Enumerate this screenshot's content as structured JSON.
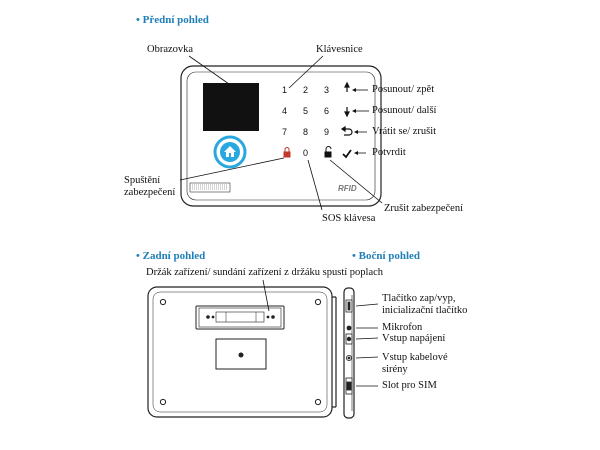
{
  "front": {
    "title": "Přední pohled",
    "labels": {
      "screen": "Obrazovka",
      "keypad": "Klávesnice",
      "up": "Posunout/ zpět",
      "down": "Posunout/ další",
      "back": "Vrátit se/ zrušit",
      "confirm": "Potvrdit",
      "arm": "Spuštění zabezpečení",
      "sos": "SOS klávesa",
      "disarm": "Zrušit zabezpečení"
    },
    "keys": [
      "1",
      "2",
      "3",
      "4",
      "5",
      "6",
      "7",
      "8",
      "9",
      "0"
    ],
    "rfid": "RFID"
  },
  "back": {
    "title": "Zadní pohled",
    "bracket_label": "Držák zařízení/ sundání zařízení z držáku spustí poplach"
  },
  "side": {
    "title": "Boční pohled",
    "labels": {
      "power_btn": "Tlačítko zap/vyp, inicializační tlačítko",
      "mic": "Mikrofon",
      "power_in": "Vstup napájení",
      "siren": "Vstup kabelové sirény",
      "sim": "Slot pro SIM"
    }
  }
}
